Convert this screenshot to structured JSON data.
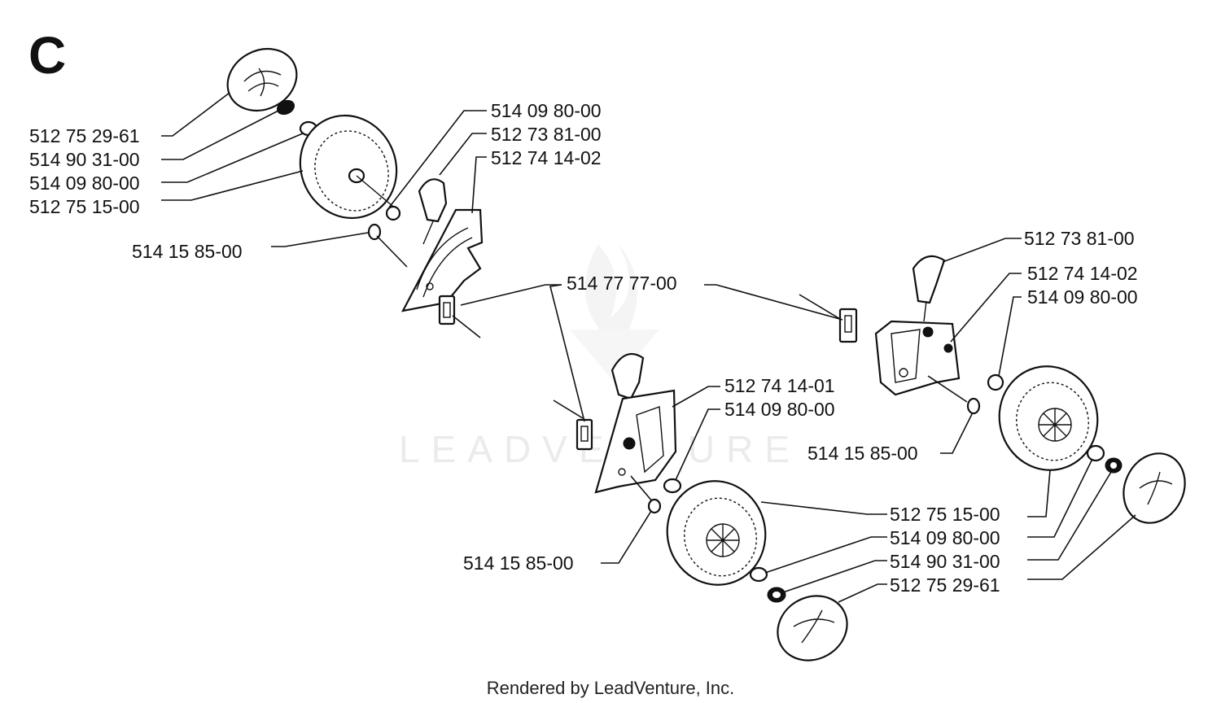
{
  "section": "C",
  "watermark": "LEADVENTURE",
  "footer": "Rendered by LeadVenture, Inc.",
  "labels": {
    "left_cap": "512 75 29-61",
    "left_washer1": "514 90 31-00",
    "left_washer2": "514 09 80-00",
    "left_wheel": "512 75 15-00",
    "left_bolt": "514 15 85-00",
    "top_washer": "514 09 80-00",
    "top_lever": "512 73 81-00",
    "top_bracket": "512 74 14-02",
    "spring_clip": "514 77 77-00",
    "mid_bracket": "512 74 14-01",
    "mid_washer": "514 09 80-00",
    "mid_bolt": "514 15 85-00",
    "right_lever": "512 73 81-00",
    "right_bracket": "512 74 14-02",
    "right_washer": "514 09 80-00",
    "right_bolt": "514 15 85-00",
    "br_wheel": "512 75 15-00",
    "br_washer1": "514 09 80-00",
    "br_washer2": "514 90 31-00",
    "br_cap": "512 75 29-61"
  }
}
